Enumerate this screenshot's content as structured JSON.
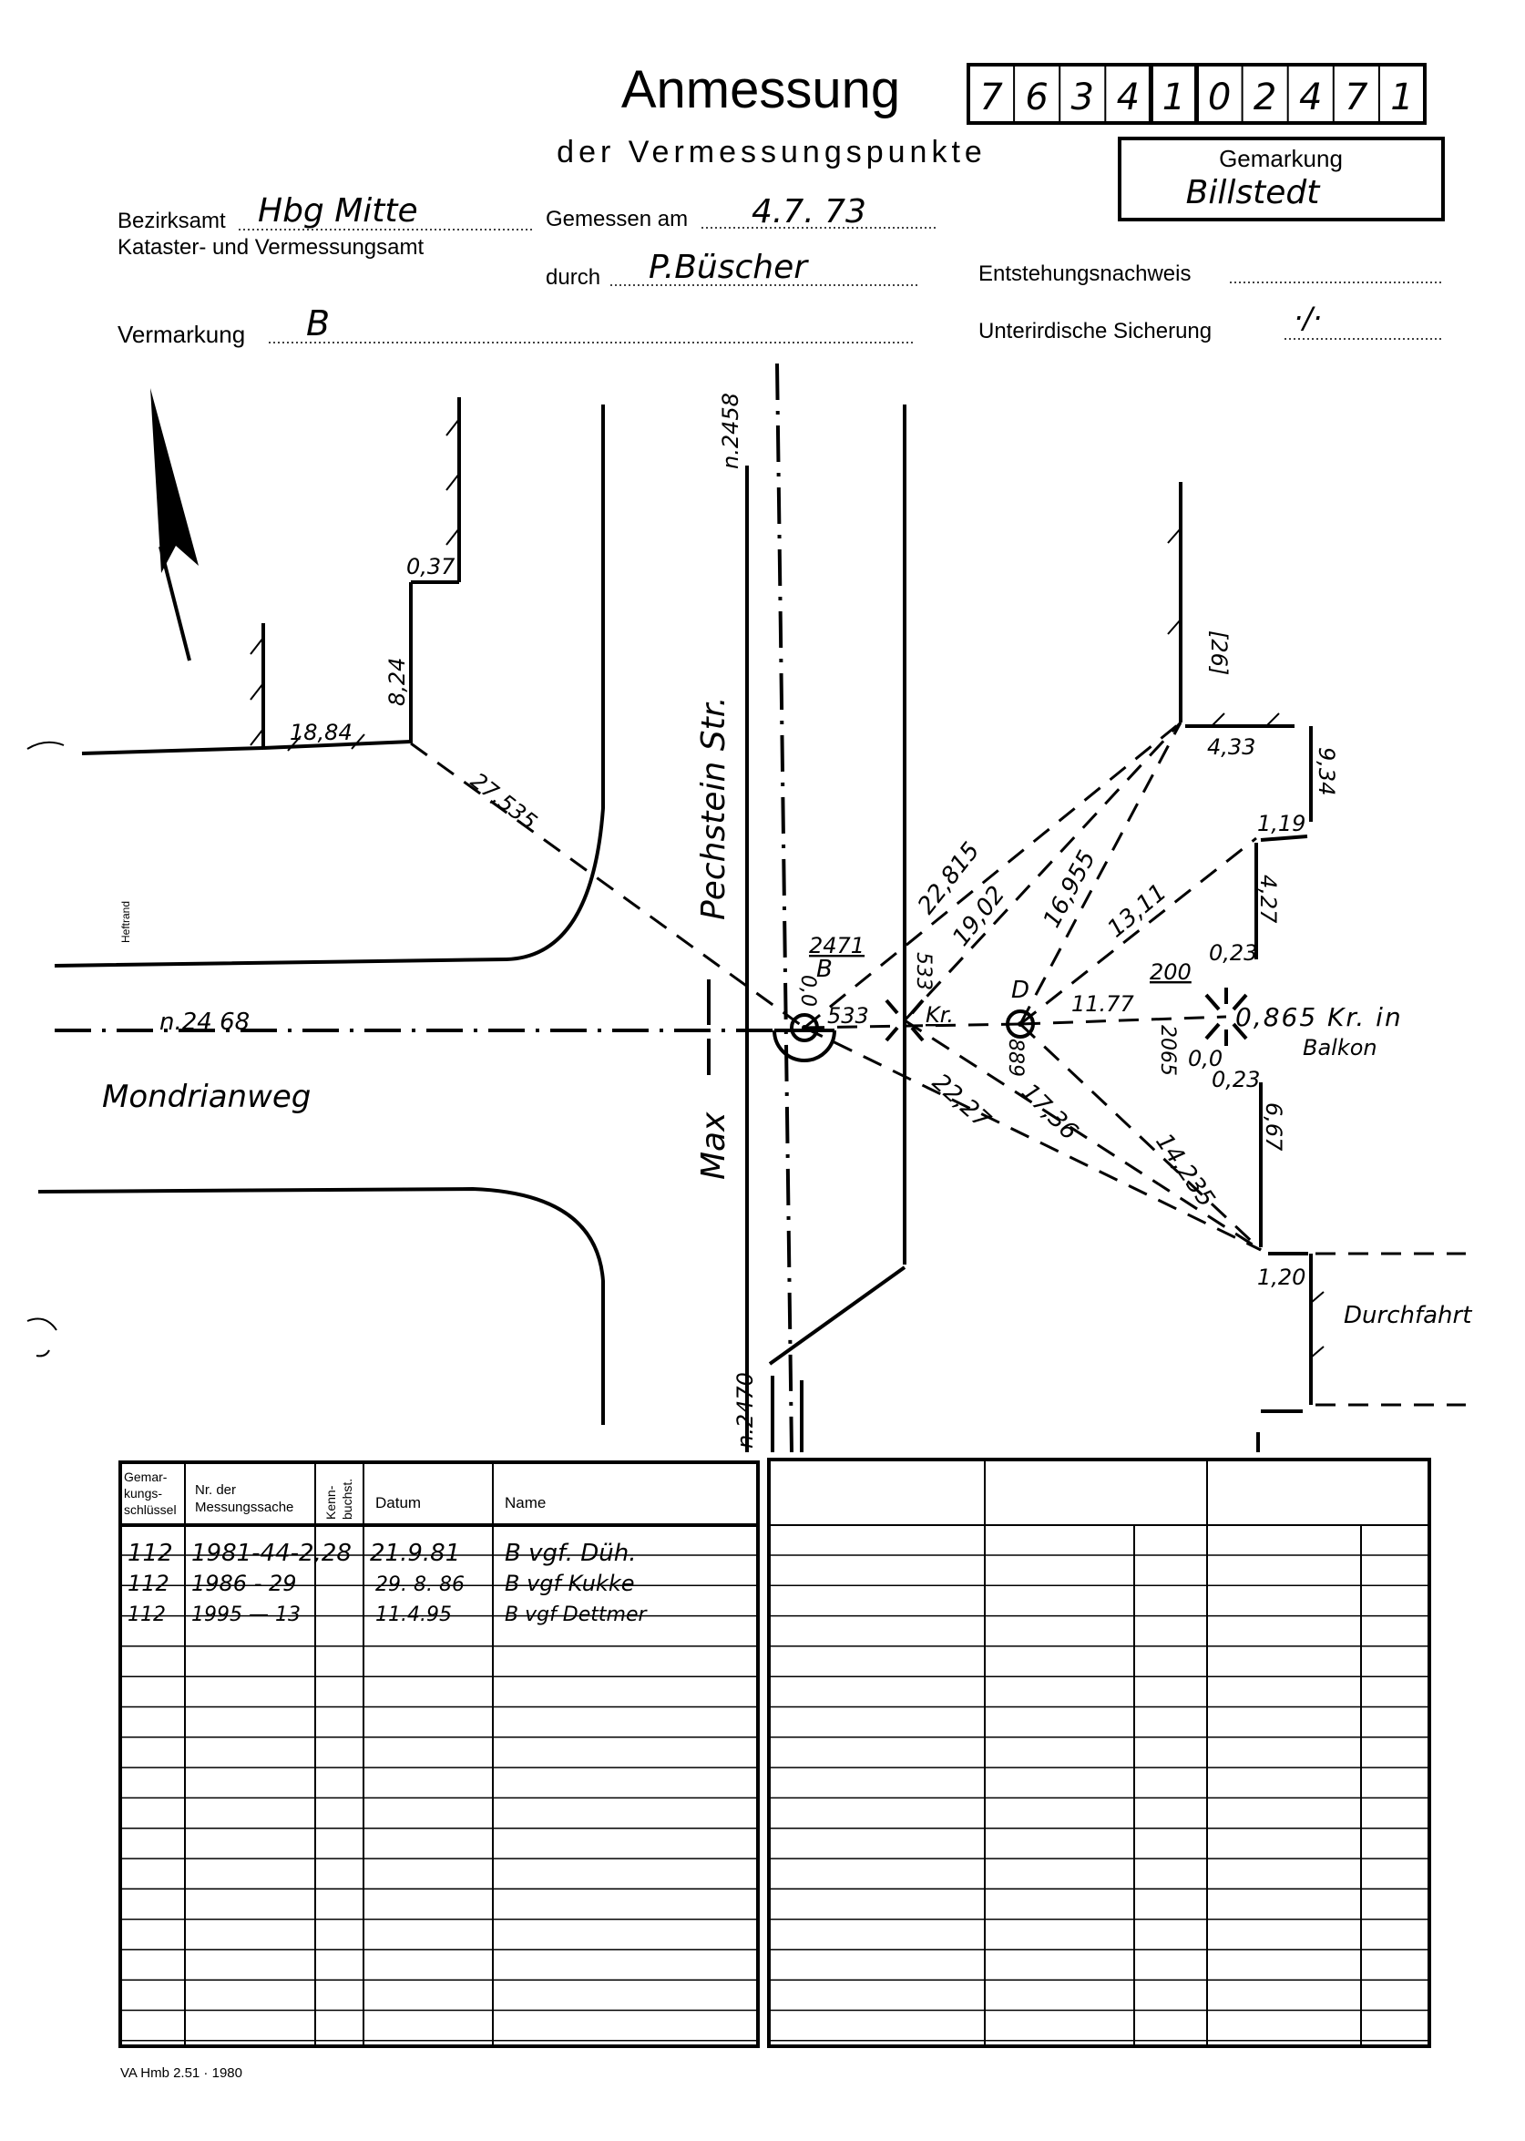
{
  "header": {
    "title": "Anmessung",
    "subtitle": "der Vermessungspunkte",
    "number_digits": [
      "7",
      "6",
      "3",
      "4",
      "1",
      "0",
      "2",
      "4",
      "7",
      "1"
    ],
    "gemarkung_label": "Gemarkung",
    "gemarkung_value": "Billstedt"
  },
  "fields": {
    "bezirksamt_label": "Bezirksamt",
    "bezirksamt_value": "Hbg  Mitte",
    "kataster_label": "Kataster- und Vermessungsamt",
    "gemessen_label": "Gemessen am",
    "gemessen_value": "4.7. 73",
    "durch_label": "durch",
    "durch_value": "P.Büscher",
    "entstehung_label": "Entstehungsnachweis",
    "vermarkung_label": "Vermarkung",
    "vermarkung_value": "B",
    "sicherung_label": "Unterirdische Sicherung",
    "sicherung_value": "·/·"
  },
  "sketch": {
    "streets": {
      "pechstein": "Pechstein   Str.",
      "max": "Max",
      "mondrian": "Mondrianweg"
    },
    "parcels": {
      "n2458": "n.2458",
      "n2470": "n.2470",
      "n2468": "n.24 68",
      "house": "[26]"
    },
    "heftrand": "Heftrand",
    "points": {
      "b_num": "2471",
      "b_letter": "B",
      "kr": "Kr.",
      "d": "D"
    },
    "measures": {
      "m037": "0,37",
      "m824": "8,24",
      "m1884": "18,84",
      "m27535": "27,535",
      "m00b": "0,0",
      "m533a": "533",
      "m533b": "533",
      "m22815": "22,815",
      "m1902": "19,02",
      "m16955": "16,955",
      "m1311": "13,11",
      "m1177": "11.77",
      "m889": "889",
      "m200": "200",
      "m2065": "2065",
      "m023a": "0,23",
      "m0865": "0,865 Kr. in",
      "balkon": "Balkon",
      "m00c": "0,0",
      "m023b": "0,23",
      "m2227": "22,27",
      "m1736": "17,36",
      "m14235": "14,235",
      "m433": "4,33",
      "m934": "9,34",
      "m119": "1,19",
      "m427": "4,27",
      "m667": "6,67",
      "m120": "1,20",
      "durchfahrt": "Durchfahrt"
    }
  },
  "table": {
    "headers": [
      "Gemar-\nkungs-\nschlüssel",
      "Nr. der\nMessungssache",
      "Kenn-\nbuchst.",
      "Datum",
      "Name"
    ],
    "h0": [
      "Gemar-",
      "kungs-",
      "schlüssel"
    ],
    "h1": [
      "Nr. der",
      "Messungssache"
    ],
    "h2": [
      "Kenn-",
      "buchst."
    ],
    "rows": [
      [
        "112",
        "1981-44-2,28",
        "",
        "21.9.81",
        "B vgf.  Düh."
      ],
      [
        "112",
        "1986 - 29",
        "",
        "29. 8. 86",
        "B vgf  Kukke"
      ],
      [
        "112",
        "1995 — 13",
        "",
        "11.4.95",
        "B vgf  Dettmer"
      ]
    ]
  },
  "footer": "VA Hmb 2.51 · 1980"
}
